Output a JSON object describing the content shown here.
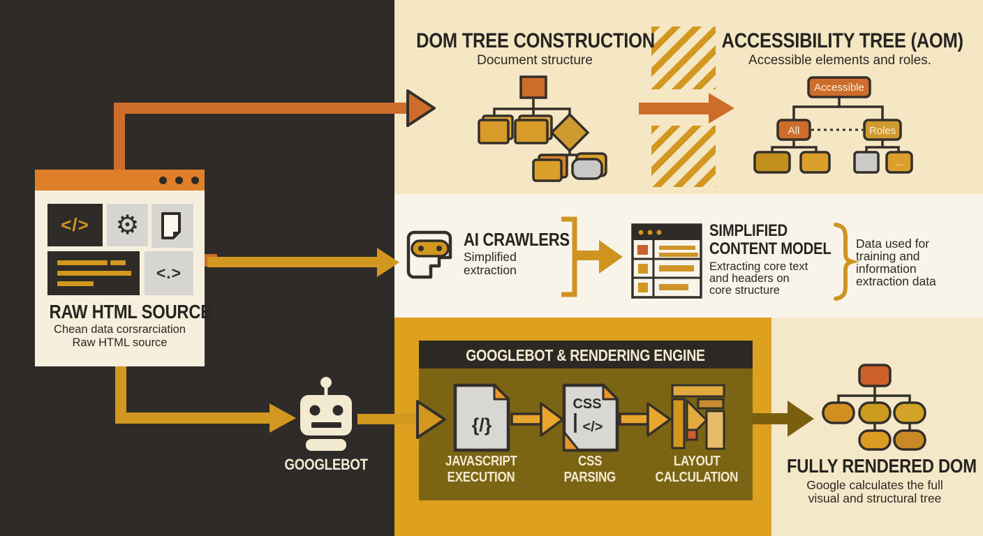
{
  "colors": {
    "charcoal": "#2e2b28",
    "cream_band": "#f5e7c4",
    "offwhite_band": "#f8f4ea",
    "gold_band": "#dda01f",
    "orange": "#cd6d2b",
    "amber": "#d2971f",
    "olive_panel": "#7b6414",
    "panel_header": "#2c2924",
    "doc_grey": "#d8d7d4",
    "cream_text": "#f3ead2",
    "ink": "#262420"
  },
  "browser_card": {
    "title": "RAW HTML SOURCE",
    "subtitle_line1": "Chean data corsrarciation",
    "subtitle_line2": "Raw HTML source",
    "code_icon_glyph": "</>",
    "gear_icon_glyph": "⚙",
    "tag_icon_glyph": "<.>"
  },
  "dom_section": {
    "title": "DOM TREE CONSTRUCTION",
    "subtitle": "Document structure"
  },
  "aom_section": {
    "title": "ACCESSIBILITY TREE (AOM)",
    "subtitle": "Accessible elements and roles.",
    "node_root": "Accessible",
    "node_left": "All",
    "node_right": "Roles",
    "node_more": "..."
  },
  "ai_section": {
    "title": "AI CRAWLERS",
    "subtitle_line1": "Simplified",
    "subtitle_line2": "extraction"
  },
  "scm_section": {
    "title_line1": "SIMPLIFIED",
    "title_line2": "CONTENT MODEL",
    "subtitle_line1": "Extracting core text",
    "subtitle_line2": "and headers on",
    "subtitle_line3": "core structure",
    "note_line1": "Data used for",
    "note_line2": "training and",
    "note_line3": "information",
    "note_line4": "extraction data"
  },
  "googlebot_section": {
    "label": "GOOGLEBOT"
  },
  "engine_section": {
    "title": "GOOGLEBOT & RENDERING ENGINE",
    "steps": [
      {
        "line1": "JAVASCRIPT",
        "line2": "EXECUTION",
        "glyph": "{/}"
      },
      {
        "line1": "CSS",
        "line2": "PARSING",
        "glyph_top": "CSS",
        "glyph_bottom": "</>"
      },
      {
        "line1": "LAYOUT",
        "line2": "CALCULATION"
      }
    ]
  },
  "frd_section": {
    "title": "FULLY RENDERED DOM",
    "subtitle_line1": "Google calculates the full",
    "subtitle_line2": "visual and structural tree"
  }
}
